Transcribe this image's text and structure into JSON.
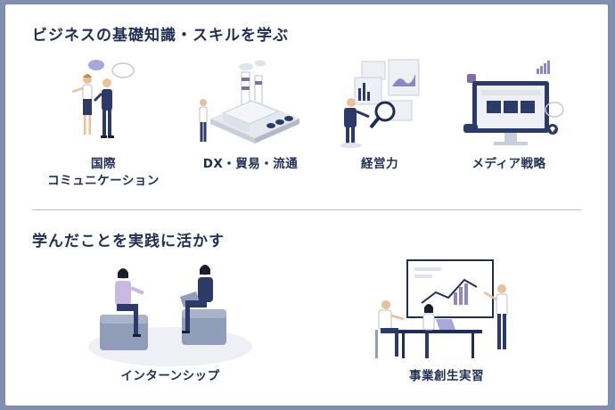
{
  "section1": {
    "title": "ビジネスの基礎知識・スキルを学ぶ",
    "items": [
      {
        "label_line1": "国際",
        "label_line2": "コミュニケーション",
        "icon": "conversation-illustration"
      },
      {
        "label": "DX・貿易・流通",
        "icon": "factory-illustration"
      },
      {
        "label": "経営力",
        "icon": "data-analysis-illustration"
      },
      {
        "label": "メディア戦略",
        "icon": "media-monitor-illustration"
      }
    ]
  },
  "section2": {
    "title": "学んだことを実践に活かす",
    "items": [
      {
        "label": "インターンシップ",
        "icon": "internship-meeting-illustration"
      },
      {
        "label": "事業創生実習",
        "icon": "business-presentation-illustration"
      }
    ]
  },
  "colors": {
    "navy": "#1f2e54",
    "lavender": "#a6a9d8",
    "slate": "#8f9db8",
    "light_gray": "#dfe3ea",
    "frame": "#7f8fad"
  }
}
